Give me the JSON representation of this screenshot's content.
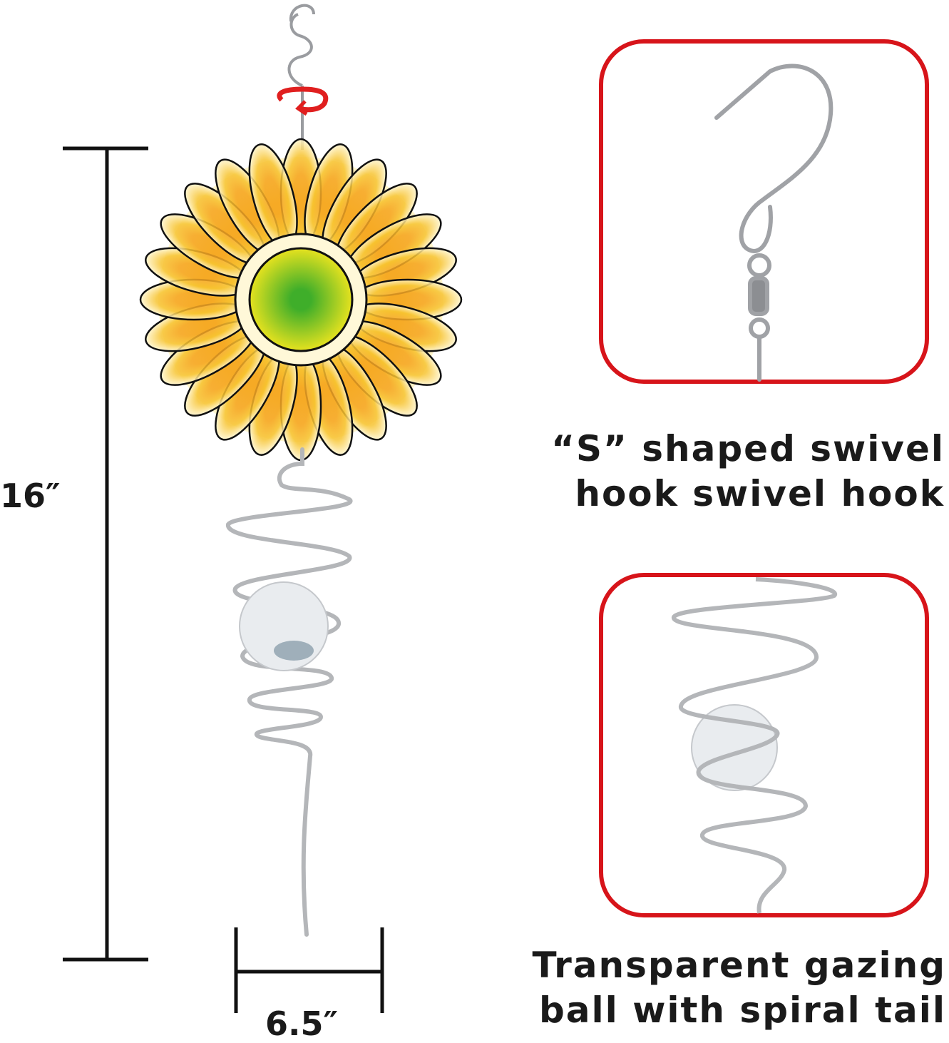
{
  "dimensions": {
    "height_label": "16″",
    "width_label": "6.5″"
  },
  "callouts": [
    {
      "line1": "“S”  shaped swivel",
      "line2": "hook  swivel hook"
    },
    {
      "line1": "Transparent gazing",
      "line2": "ball with spiral tail"
    }
  ],
  "colors": {
    "frame": "#d7141a",
    "petal": "#f7c431",
    "center": "#3fae2a",
    "metal": "#a9abae",
    "line": "#111111"
  }
}
